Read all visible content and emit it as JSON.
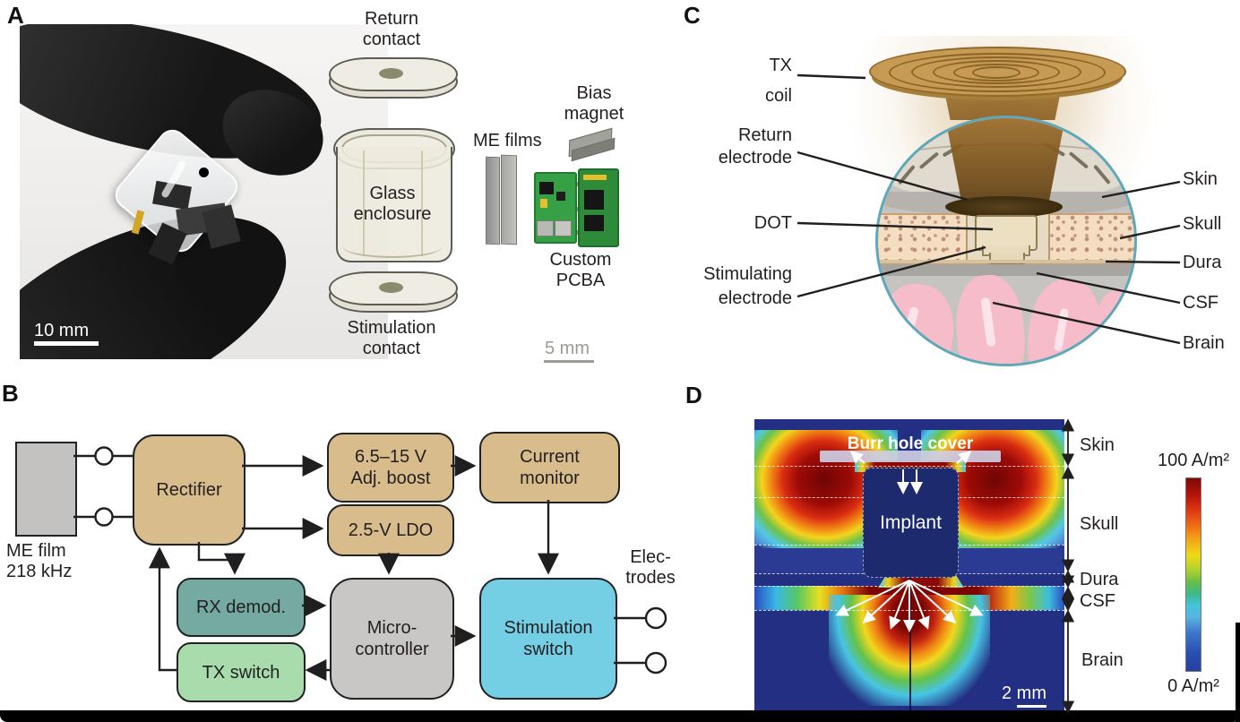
{
  "figure": {
    "panel_a_letter": "A",
    "panel_b_letter": "B",
    "panel_c_letter": "C",
    "panel_d_letter": "D"
  },
  "panel_a": {
    "photo_scale_label": "10 mm",
    "return_contact_line1": "Return",
    "return_contact_line2": "contact",
    "glass_line1": "Glass",
    "glass_line2": "enclosure",
    "stimulation_line1": "Stimulation",
    "stimulation_line2": "contact",
    "me_films_label": "ME films",
    "bias_line1": "Bias",
    "bias_line2": "magnet",
    "custom_line1": "Custom",
    "custom_line2": "PCBA",
    "scale_label": "5 mm"
  },
  "panel_b": {
    "source_line1": "ME film",
    "source_line2": "218 kHz",
    "rectifier": "Rectifier",
    "boost_line1": "6.5–15 V",
    "boost_line2": "Adj. boost",
    "ldo": "2.5-V LDO",
    "monitor_line1": "Current",
    "monitor_line2": "monitor",
    "rx_demod": "RX demod.",
    "tx_switch": "TX switch",
    "micro_line1": "Micro-",
    "micro_line2": "controller",
    "stim_line1": "Stimulation",
    "stim_line2": "switch",
    "electrodes_line1": "Elec-",
    "electrodes_line2": "trodes",
    "colors": {
      "power_block": "#d9bc8c",
      "rx_block": "#74aaa1",
      "tx_block": "#a9dcad",
      "micro_block": "#c9c7c5",
      "stim_block": "#74cfe4",
      "film_block": "#c4c2c0"
    }
  },
  "panel_c": {
    "tx_line1": "TX",
    "tx_line2": "coil",
    "return_line1": "Return",
    "return_line2": "electrode",
    "dot_label": "DOT",
    "stim_line1": "Stimulating",
    "stim_line2": "electrode",
    "skin": "Skin",
    "skull": "Skull",
    "dura": "Dura",
    "csf": "CSF",
    "brain": "Brain"
  },
  "panel_d": {
    "burr_hole_cover": "Burr hole cover",
    "implant": "Implant",
    "skin": "Skin",
    "skull": "Skull",
    "dura": "Dura",
    "csf": "CSF",
    "brain": "Brain",
    "colorbar_max": "100 A/m²",
    "colorbar_min": "0 A/m²",
    "scale_label": "2 mm"
  }
}
